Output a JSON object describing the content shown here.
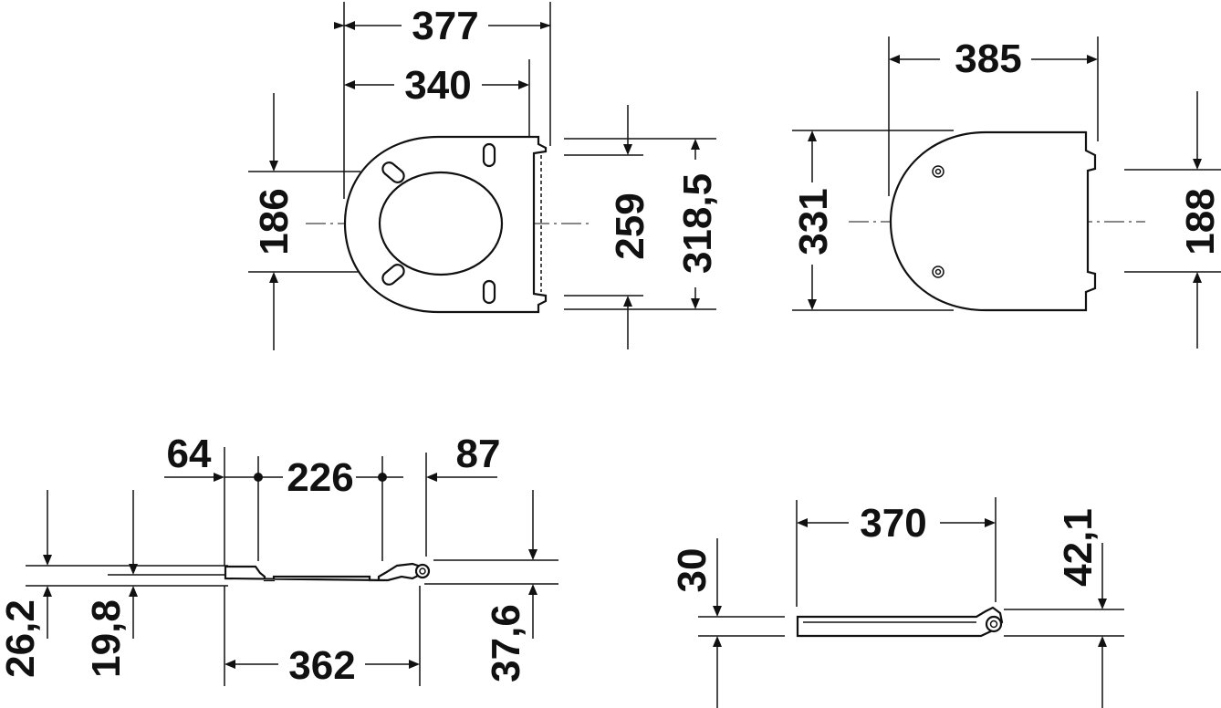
{
  "colors": {
    "ink": "#111111",
    "background": "#ffffff"
  },
  "top_view": {
    "dimensions": {
      "overall_length": "377",
      "inner_length": "340",
      "opening_height": "186",
      "hinge_span": "259",
      "overall_width": "318,5"
    }
  },
  "lid_view": {
    "dimensions": {
      "lid_length": "385",
      "lid_width": "331",
      "hinge_height": "188"
    }
  },
  "side_view": {
    "dimensions": {
      "front_offset": "64",
      "bumper_spacing": "226",
      "rear_offset": "87",
      "total_height": "26,2",
      "seat_height": "19,8",
      "base_length": "362",
      "hinge_height": "37,6"
    }
  },
  "closed_view": {
    "dimensions": {
      "closed_length": "370",
      "closed_height": "30",
      "hinge_top": "42,1"
    }
  }
}
